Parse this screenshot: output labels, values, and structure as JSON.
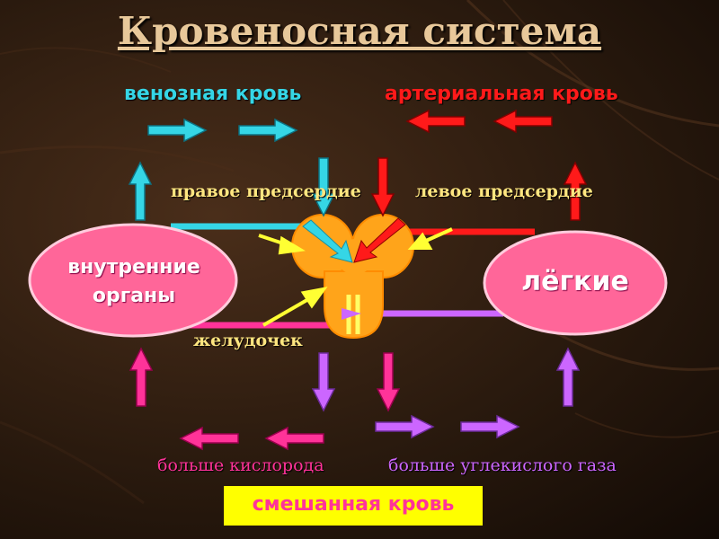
{
  "title": "Кровеносная система",
  "legend": {
    "venous": "венозная кровь",
    "arterial": "артериальная кровь",
    "more_oxygen": "больше кислорода",
    "more_co2": "больше углекислого газа",
    "mixed": "смешанная кровь"
  },
  "heart": {
    "right_atrium": "правое предсердие",
    "left_atrium": "левое предсердие",
    "ventricle": "желудочек"
  },
  "organs": {
    "internal": "внутренние органы",
    "lungs": "лёгкие"
  },
  "colors": {
    "venous": "#35d6e6",
    "arterial": "#ff1a1a",
    "more_oxygen": "#ff3399",
    "more_co2": "#cc66ff",
    "heart": "#ffa41a",
    "organ_fill": "#ff6699",
    "pointer": "#ffff33",
    "title": "#e8c89a"
  }
}
